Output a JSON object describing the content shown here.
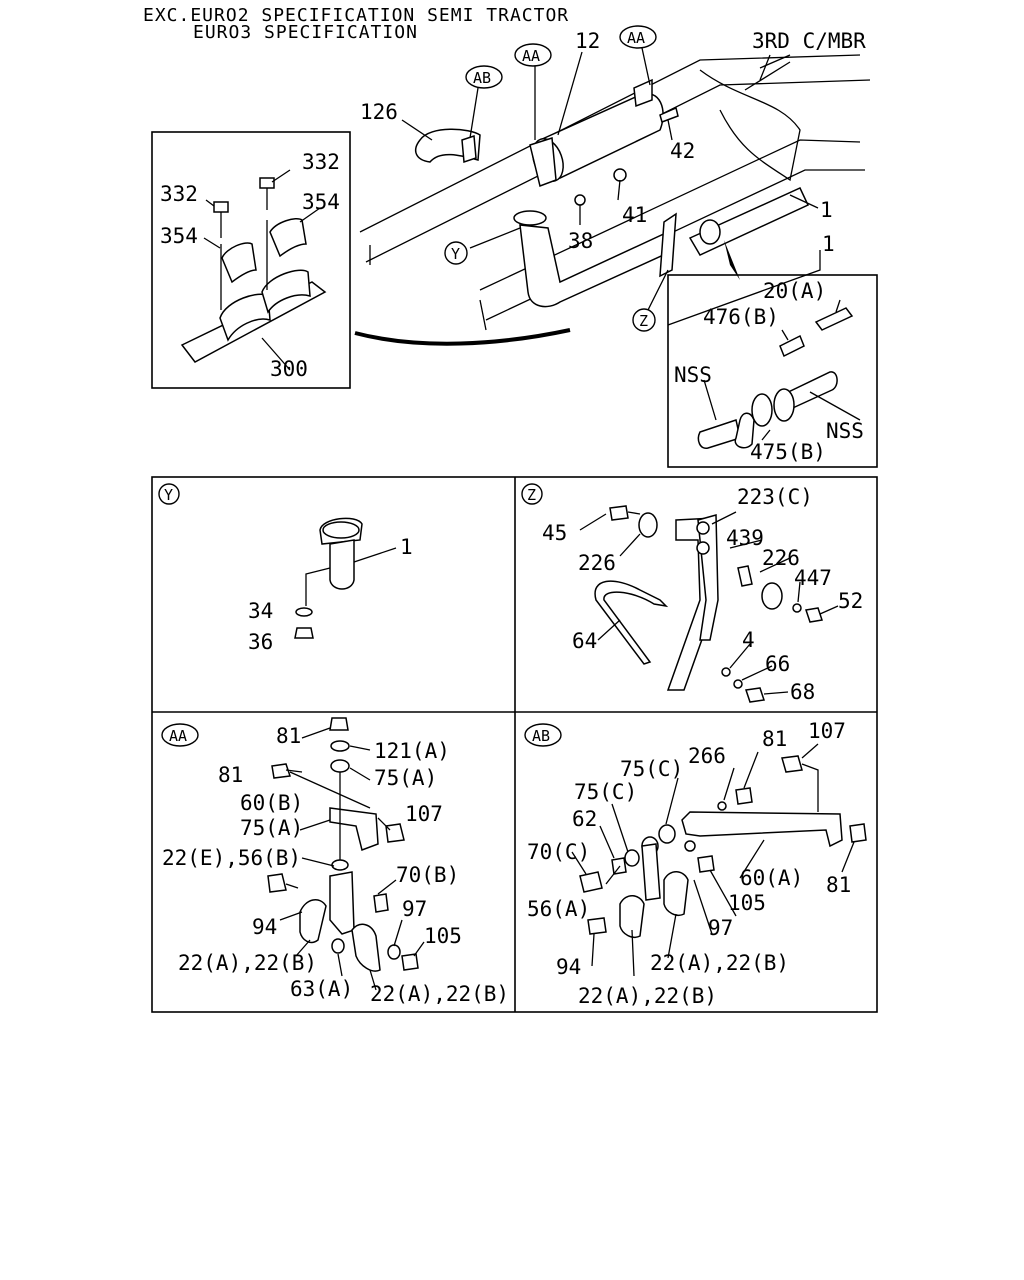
{
  "header": {
    "line1": "EXC.EURO2 SPECIFICATION SEMI TRACTOR",
    "line2": "EURO3 SPECIFICATION"
  },
  "main": {
    "frame_label": "3RD C/MBR",
    "callouts": {
      "aa": "AA",
      "ab": "AB",
      "y": "Y",
      "z": "Z"
    },
    "labels": {
      "p12": "12",
      "p126": "126",
      "p42": "42",
      "p41": "41",
      "p38": "38",
      "p1a": "1",
      "p1b": "1"
    }
  },
  "inset_bracket": {
    "labels": {
      "a332": "332",
      "b332": "332",
      "a354": "354",
      "b354": "354",
      "p300": "300"
    }
  },
  "inset_flange": {
    "labels": {
      "p20a": "20(A)",
      "p476b": "476(B)",
      "nss1": "NSS",
      "nss2": "NSS",
      "p475b": "475(B)"
    }
  },
  "panel_y": {
    "tag": "Y",
    "labels": {
      "p1": "1",
      "p34": "34",
      "p36": "36"
    }
  },
  "panel_z": {
    "tag": "Z",
    "labels": {
      "p45": "45",
      "p223c": "223(C)",
      "p439": "439",
      "p226a": "226",
      "p226b": "226",
      "p447": "447",
      "p52": "52",
      "p64": "64",
      "p4": "4",
      "p66": "66",
      "p68": "68"
    }
  },
  "panel_aa": {
    "tag": "AA",
    "labels": {
      "p81a": "81",
      "p121a": "121(A)",
      "p81b": "81",
      "p75a1": "75(A)",
      "p60b": "60(B)",
      "p107": "107",
      "p75a2": "75(A)",
      "p22e": "22(E),56(B)",
      "p70b": "70(B)",
      "p94": "94",
      "p97": "97",
      "p105": "105",
      "p22ab1": "22(A),22(B)",
      "p63a": "63(A)",
      "p22ab2": "22(A),22(B)"
    }
  },
  "panel_ab": {
    "tag": "AB",
    "labels": {
      "p107": "107",
      "p81a": "81",
      "p266": "266",
      "p75c1": "75(C)",
      "p75c2": "75(C)",
      "p62": "62",
      "p70c": "70(C)",
      "p60a": "60(A)",
      "p81b": "81",
      "p56a": "56(A)",
      "p105": "105",
      "p97": "97",
      "p94": "94",
      "p22ab1": "22(A),22(B)",
      "p22ab2": "22(A),22(B)"
    }
  }
}
